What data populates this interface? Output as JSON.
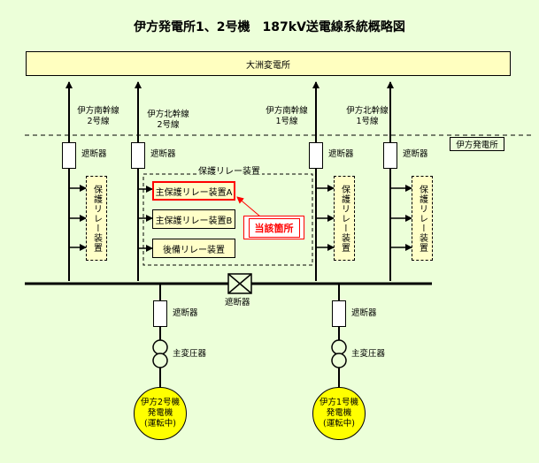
{
  "title": "伊方発電所1、2号機　187kV送電線系統概略図",
  "substation": "大洲変電所",
  "plant_label": "伊方発電所",
  "lines": [
    {
      "name": "伊方南幹線",
      "number": "2号線"
    },
    {
      "name": "伊方北幹線",
      "number": "2号線"
    },
    {
      "name": "伊方南幹線",
      "number": "1号線"
    },
    {
      "name": "伊方北幹線",
      "number": "1号線"
    }
  ],
  "breaker_label": "遮断器",
  "relay_group_label": "保護リレー装置",
  "relay_vertical_label": "保護リレー装置",
  "relay_main_a": "主保護リレー装置A",
  "relay_main_b": "主保護リレー装置B",
  "relay_backup": "後備リレー装置",
  "callout": "当該箇所",
  "transformer_label": "主変圧器",
  "generators": [
    {
      "line1": "伊方2号機",
      "line2": "発電機",
      "line3": "(運転中)"
    },
    {
      "line1": "伊方1号機",
      "line2": "発電機",
      "line3": "(運転中)"
    }
  ],
  "colors": {
    "background": "#ecffd9",
    "substation": "#ffffc0",
    "relay_box": "#ffffc8",
    "generator": "#ffff00",
    "highlight": "#ff0000"
  }
}
